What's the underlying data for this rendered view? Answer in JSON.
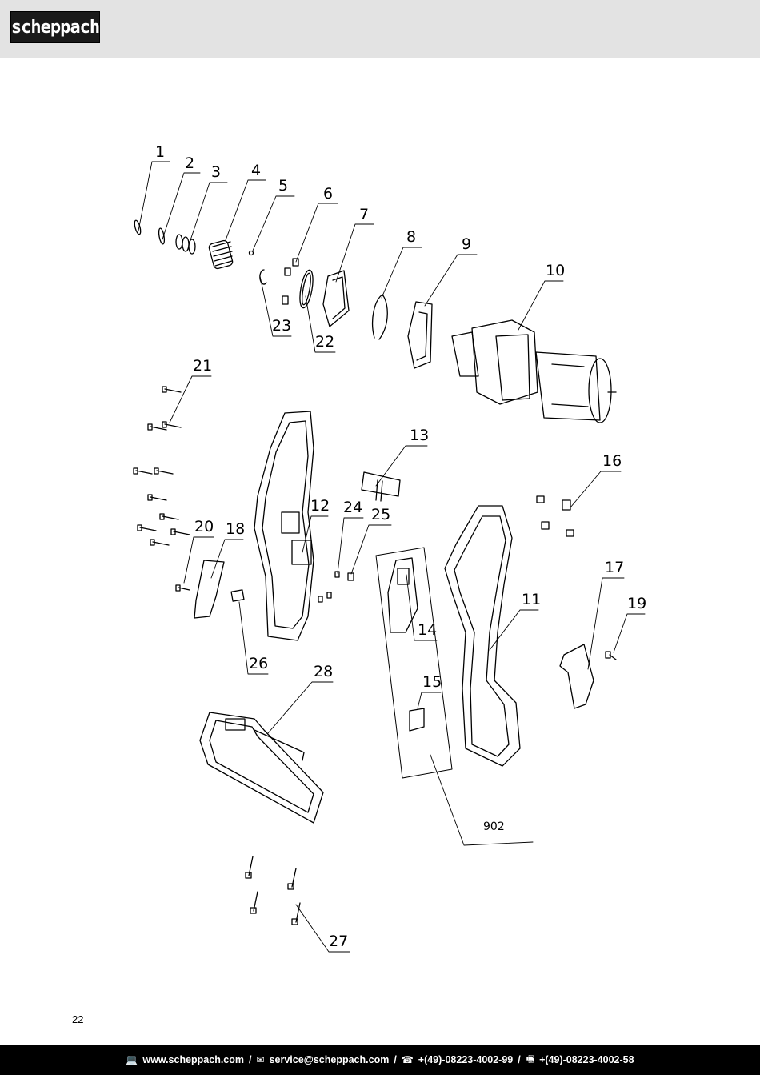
{
  "header": {
    "brand": "scheppach"
  },
  "diagram": {
    "callouts": [
      "1",
      "2",
      "3",
      "4",
      "5",
      "6",
      "7",
      "8",
      "9",
      "10",
      "11",
      "12",
      "13",
      "14",
      "15",
      "16",
      "17",
      "18",
      "19",
      "20",
      "21",
      "22",
      "23",
      "24",
      "25",
      "26",
      "27",
      "28",
      "902"
    ]
  },
  "page_number": "22",
  "footer": {
    "website": "www.scheppach.com",
    "email": "service@scheppach.com",
    "phone": "+(49)-08223-4002-99",
    "fax": "+(49)-08223-4002-58",
    "separator": "/",
    "icons": [
      "computer-icon",
      "mail-icon",
      "phone-icon",
      "fax-icon"
    ]
  },
  "colors": {
    "header_bg": "#e3e3e3",
    "footer_bg": "#000000",
    "logo_bg": "#1a1a1a",
    "line": "#000000"
  }
}
